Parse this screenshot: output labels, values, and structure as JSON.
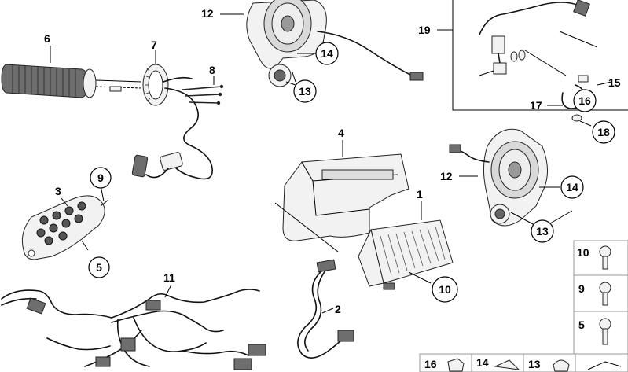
{
  "labels": {
    "p1": "1",
    "p2": "2",
    "p3": "3",
    "p4": "4",
    "p5": "5",
    "p6": "6",
    "p7": "7",
    "p8": "8",
    "p9": "9",
    "p10": "10",
    "p11": "11",
    "p12a": "12",
    "p12b": "12",
    "p13a": "13",
    "p13b": "13",
    "p14a": "14",
    "p14b": "14",
    "p15": "15",
    "p16": "16",
    "p17": "17",
    "p18": "18",
    "p19": "19"
  },
  "legend": {
    "screws": [
      "10",
      "9",
      "5"
    ],
    "bottom": [
      "16",
      "14",
      "13"
    ]
  }
}
